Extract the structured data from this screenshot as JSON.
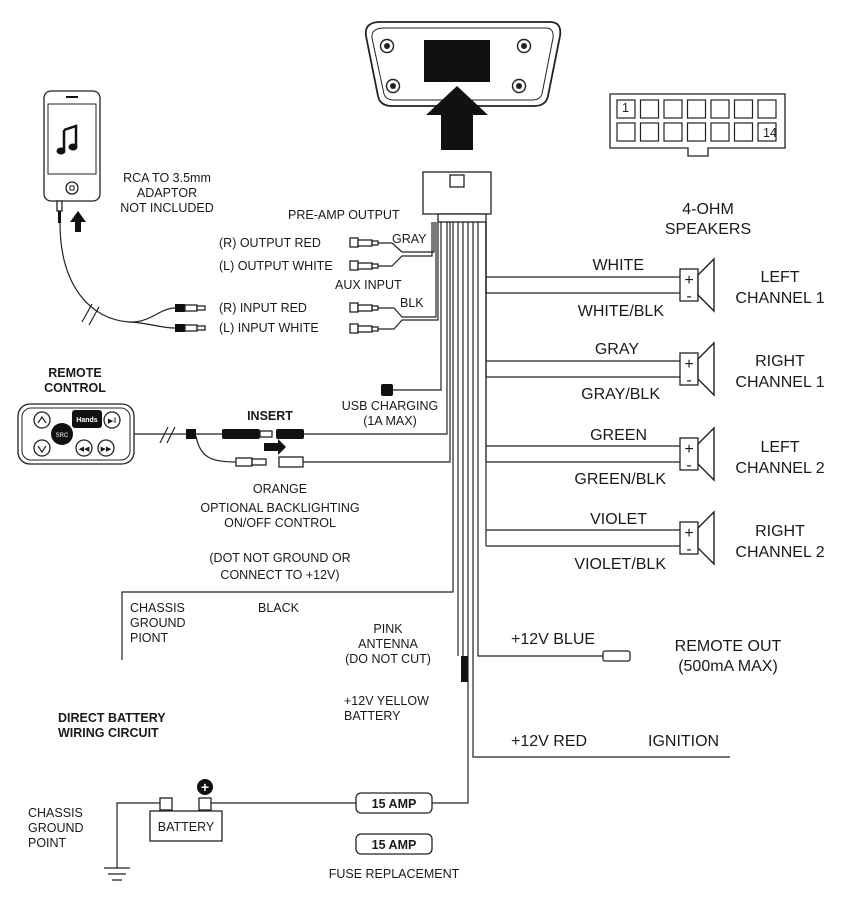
{
  "connector_pins": {
    "first": "1",
    "last": "14"
  },
  "source": {
    "adaptor_note": [
      "RCA TO 3.5mm",
      "ADAPTOR",
      "NOT INCLUDED"
    ]
  },
  "preamp": {
    "title": "PRE-AMP OUTPUT",
    "r_output": "(R) OUTPUT RED",
    "l_output": "(L) OUTPUT WHITE",
    "wire": "GRAY"
  },
  "aux": {
    "title": "AUX INPUT",
    "r_input": "(R) INPUT RED",
    "l_input": "(L) INPUT WHITE",
    "wire": "BLK"
  },
  "remote": {
    "title": [
      "REMOTE",
      "CONTROL"
    ],
    "insert": "INSERT",
    "buttons": {
      "brand": "Hands",
      "src": "SRC"
    }
  },
  "usb": {
    "label": [
      "USB CHARGING",
      "(1A MAX)"
    ]
  },
  "backlight": {
    "lines": [
      "ORANGE",
      "OPTIONAL BACKLIGHTING",
      "ON/OFF CONTROL",
      "(DOT NOT GROUND OR",
      "CONNECT TO +12V)"
    ]
  },
  "speakers": {
    "title": [
      "4-OHM",
      "SPEAKERS"
    ],
    "channels": [
      {
        "pos": "WHITE",
        "neg": "WHITE/BLK",
        "name": [
          "LEFT",
          "CHANNEL 1"
        ]
      },
      {
        "pos": "GRAY",
        "neg": "GRAY/BLK",
        "name": [
          "RIGHT",
          "CHANNEL 1"
        ]
      },
      {
        "pos": "GREEN",
        "neg": "GREEN/BLK",
        "name": [
          "LEFT",
          "CHANNEL 2"
        ]
      },
      {
        "pos": "VIOLET",
        "neg": "VIOLET/BLK",
        "name": [
          "RIGHT",
          "CHANNEL 2"
        ]
      }
    ],
    "plus": "+",
    "minus": "-"
  },
  "ground": {
    "chassis_top": [
      "CHASSIS",
      "GROUND",
      "PIONT"
    ],
    "black": "BLACK",
    "chassis_bottom": [
      "CHASSIS",
      "GROUND",
      "POINT"
    ]
  },
  "antenna": {
    "lines": [
      "PINK",
      "ANTENNA",
      "(DO NOT CUT)"
    ]
  },
  "remote_out": {
    "wire": "+12V BLUE",
    "label": [
      "REMOTE OUT",
      "(500mA MAX)"
    ]
  },
  "battery_wire": {
    "lines": [
      "+12V YELLOW",
      "BATTERY"
    ]
  },
  "ignition": {
    "wire": "+12V RED",
    "label": "IGNITION"
  },
  "direct": {
    "lines": [
      "DIRECT BATTERY",
      "WIRING CIRCUIT"
    ]
  },
  "battery": {
    "label": "BATTERY",
    "plus": "+"
  },
  "fuse": {
    "label": "15 AMP",
    "replacement": "FUSE REPLACEMENT"
  },
  "phone": {
    "icon": "music-note-icon"
  },
  "colors": {
    "line": "#222222",
    "fill": "#111111",
    "background": "#ffffff"
  }
}
